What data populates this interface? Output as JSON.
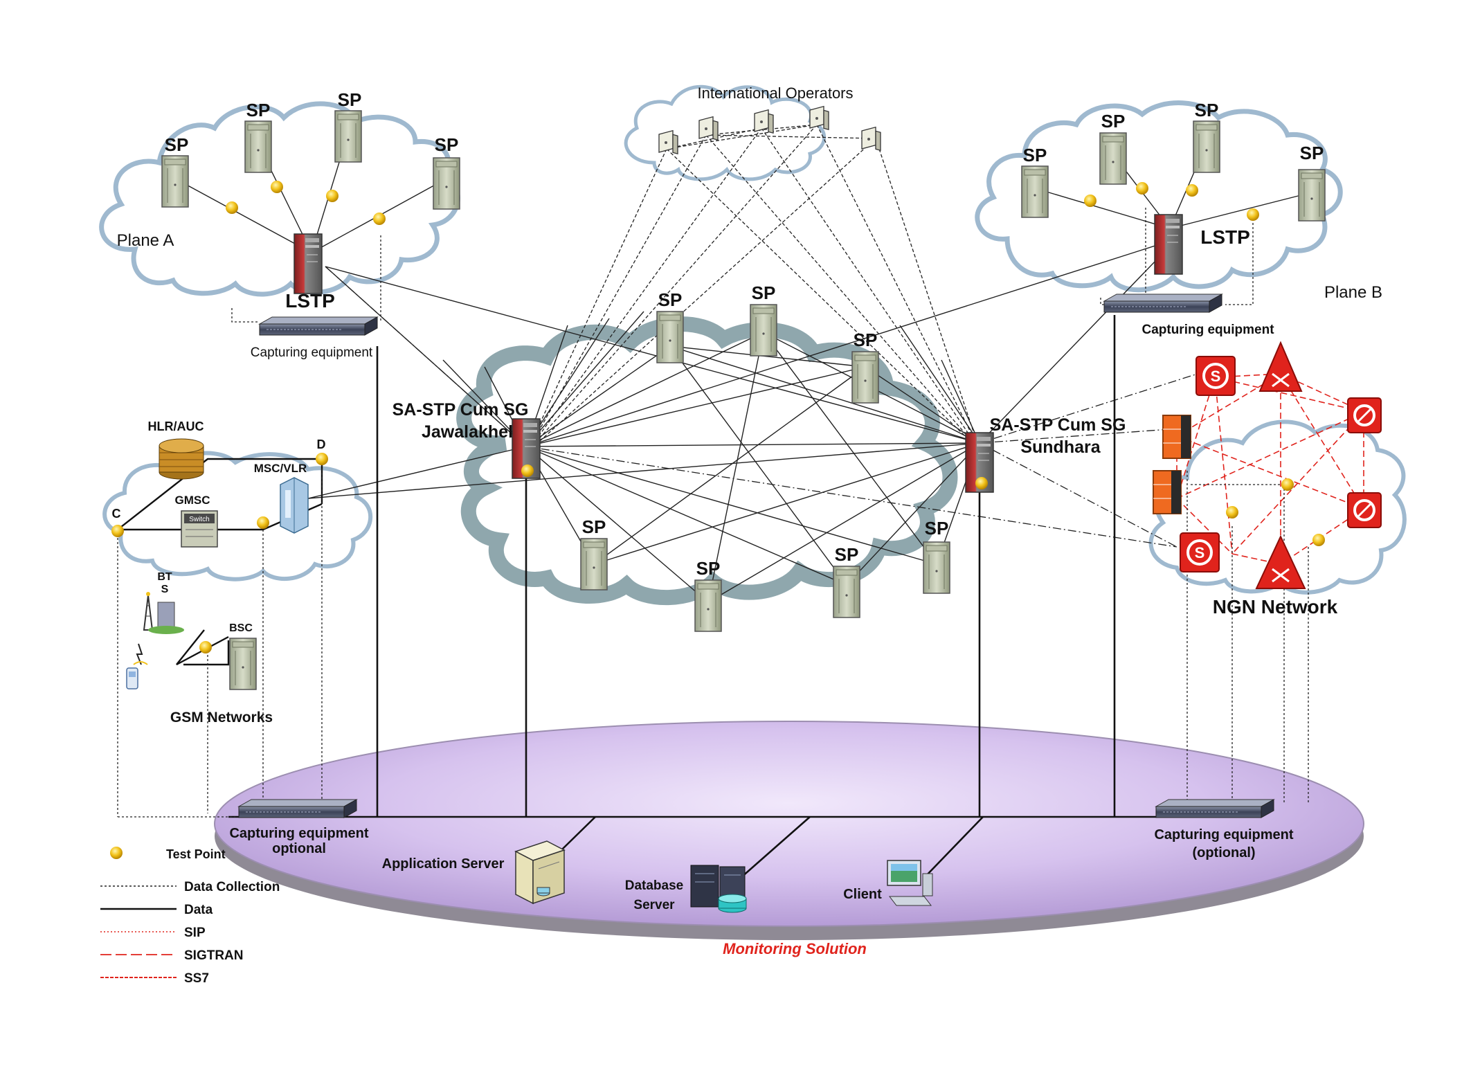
{
  "labels": {
    "international_operators": "International Operators",
    "plane_a": "Plane A",
    "plane_b": "Plane B",
    "lstp": "LSTP",
    "sp": "SP",
    "capturing_equipment_a": "Capturing equipment",
    "capturing_equipment_b": "Capturing equipment",
    "sastp_left_1": "SA-STP Cum SG",
    "sastp_left_2": "Jawalakhel",
    "sastp_right_1": "SA-STP Cum SG",
    "sastp_right_2": "Sundhara",
    "hlr_auc": "HLR/AUC",
    "msc_vlr": "MSC/VLR",
    "gmsc": "GMSC",
    "switch": "Switch",
    "point_d": "D",
    "point_c": "C",
    "bts_1": "BT",
    "bts_2": "S",
    "bsc": "BSC",
    "gsm_networks": "GSM Networks",
    "ngn_network": "NGN Network",
    "capture_opt_left_1": "Capturing equipment",
    "capture_opt_left_2": "optional",
    "capture_opt_right_1": "Capturing equipment",
    "capture_opt_right_2": "(optional)",
    "application_server": "Application Server",
    "database_server_1": "Database",
    "database_server_2": "Server",
    "client": "Client",
    "monitoring_solution": "Monitoring Solution"
  },
  "legend": {
    "test_point": "Test Point",
    "items": [
      "Data Collection",
      "Data",
      "SIP",
      "SIGTRAN",
      "SS7"
    ]
  },
  "colors": {
    "cloud_fill": "#ffffff",
    "cloud_stroke": "#9fb9cf",
    "core_cloud_stroke": "#8fa7ad",
    "platform_fill": "#d9c8ef",
    "platform_edge": "#8f8a95",
    "test_point": "#f2c21a",
    "ngn_red": "#e0231c",
    "ngn_orange": "#ef6a20",
    "monitoring_text": "#e0231c"
  }
}
